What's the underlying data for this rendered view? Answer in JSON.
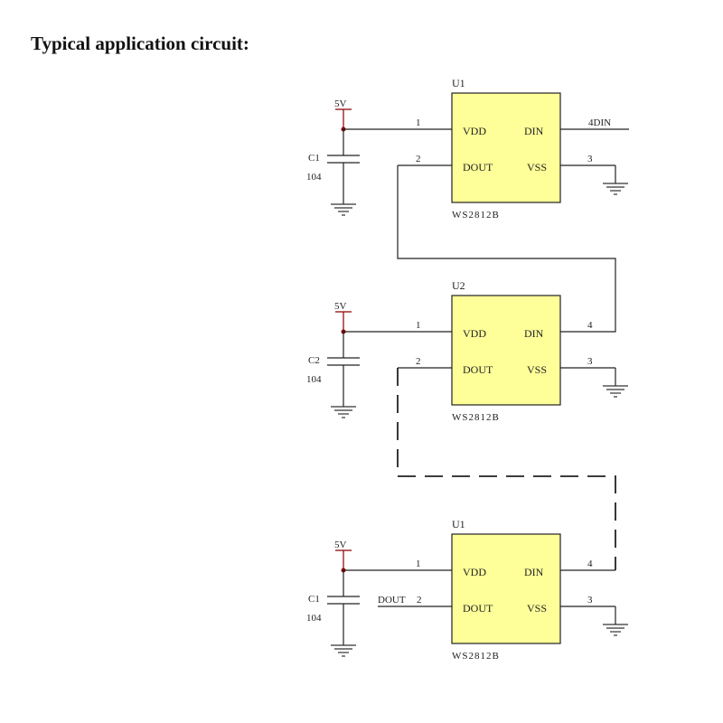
{
  "heading": "Typical application circuit:",
  "circuits": [
    {
      "ref": "U1",
      "part": "WS2812B",
      "pins": {
        "vdd": "VDD",
        "din": "DIN",
        "dout": "DOUT",
        "vss": "VSS"
      },
      "pin_numbers": {
        "vdd": "1",
        "dout": "2",
        "vss": "3",
        "din": "4"
      },
      "din_net_label": "4DIN",
      "supply": "5V",
      "cap_ref": "C1",
      "cap_value": "104"
    },
    {
      "ref": "U2",
      "part": "WS2812B",
      "pins": {
        "vdd": "VDD",
        "din": "DIN",
        "dout": "DOUT",
        "vss": "VSS"
      },
      "pin_numbers": {
        "vdd": "1",
        "dout": "2",
        "vss": "3",
        "din": "4"
      },
      "supply": "5V",
      "cap_ref": "C2",
      "cap_value": "104"
    },
    {
      "ref": "U1",
      "part": "WS2812B",
      "pins": {
        "vdd": "VDD",
        "din": "DIN",
        "dout": "DOUT",
        "vss": "VSS"
      },
      "pin_numbers": {
        "vdd": "1",
        "dout": "2",
        "vss": "3",
        "din": "4"
      },
      "dout_net_label": "DOUT",
      "supply": "5V",
      "cap_ref": "C1",
      "cap_value": "104"
    }
  ],
  "colors": {
    "chip_fill": "#ffff99",
    "power_net": "#8b0000",
    "wire": "#222222"
  }
}
